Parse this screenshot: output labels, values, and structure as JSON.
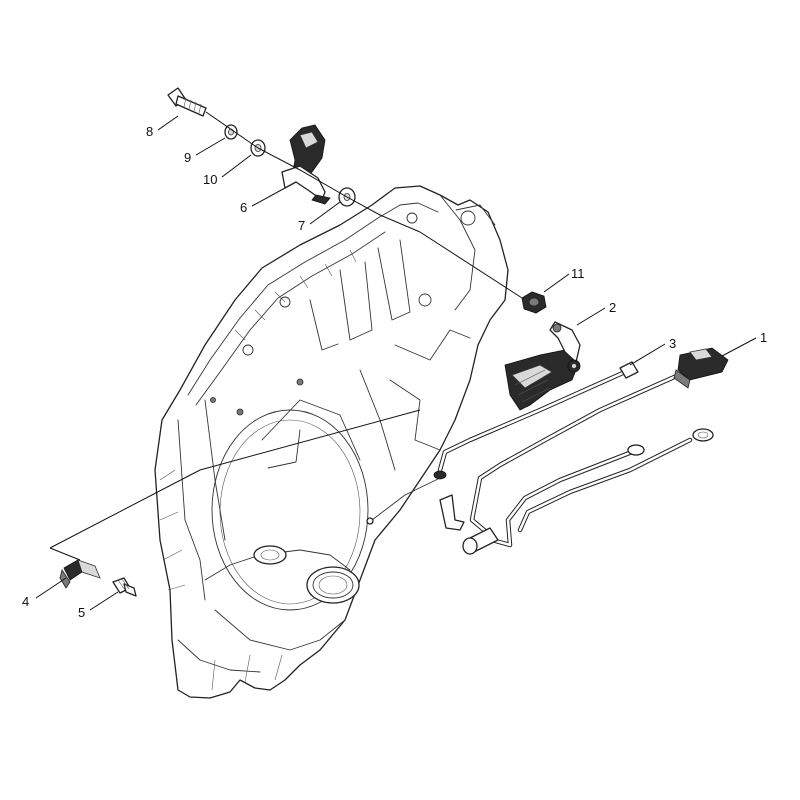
{
  "callouts": [
    {
      "id": "1",
      "label": "1"
    },
    {
      "id": "2",
      "label": "2"
    },
    {
      "id": "3",
      "label": "3"
    },
    {
      "id": "4",
      "label": "4"
    },
    {
      "id": "5",
      "label": "5"
    },
    {
      "id": "6",
      "label": "6"
    },
    {
      "id": "7",
      "label": "7"
    },
    {
      "id": "8",
      "label": "8"
    },
    {
      "id": "9",
      "label": "9"
    },
    {
      "id": "10",
      "label": "10"
    },
    {
      "id": "11",
      "label": "11"
    }
  ],
  "colors": {
    "line": "#222222",
    "background": "#ffffff",
    "part_dark": "#2a2a2a"
  }
}
